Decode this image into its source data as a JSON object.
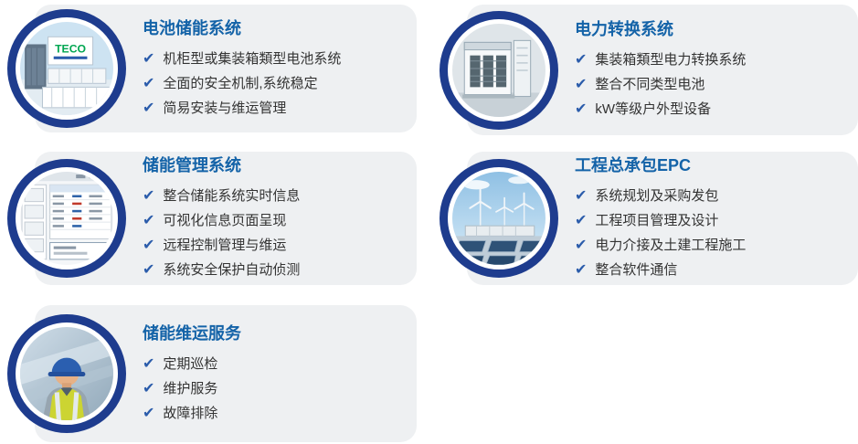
{
  "icons": {
    "check": "✔"
  },
  "colors": {
    "card_background": "#eef0f2",
    "title_blue": "#1463a8",
    "check_blue": "#2b5cab",
    "ring_navy": "#1e3c8e",
    "body_text": "#333333"
  },
  "cards": [
    {
      "title": "电池储能系统",
      "image": "battery-storage-containers-photo",
      "image_label": "TECO",
      "items": [
        "机柜型或集装箱類型电池系统",
        "全面的安全机制,系统稳定",
        "简易安装与维运管理"
      ]
    },
    {
      "title": "电力转换系统",
      "image": "power-conversion-cabinet-photo",
      "items": [
        "集装箱類型电力转换系统",
        "整合不同类型电池",
        "kW等级户外型设备"
      ]
    },
    {
      "title": "储能管理系统",
      "image": "management-software-screenshot",
      "items": [
        "整合储能系统实时信息",
        "可视化信息页面呈现",
        "远程控制管理与维运",
        "系统安全保护自动侦测"
      ]
    },
    {
      "title": "工程总承包EPC",
      "image": "wind-solar-plant-photo",
      "items": [
        "系统规划及采购发包",
        "工程项目管理及设计",
        "电力介接及土建工程施工",
        "整合软件通信"
      ]
    },
    {
      "title": "储能维运服务",
      "image": "service-engineer-photo",
      "items": [
        "定期巡检",
        "维护服务",
        "故障排除"
      ]
    }
  ]
}
